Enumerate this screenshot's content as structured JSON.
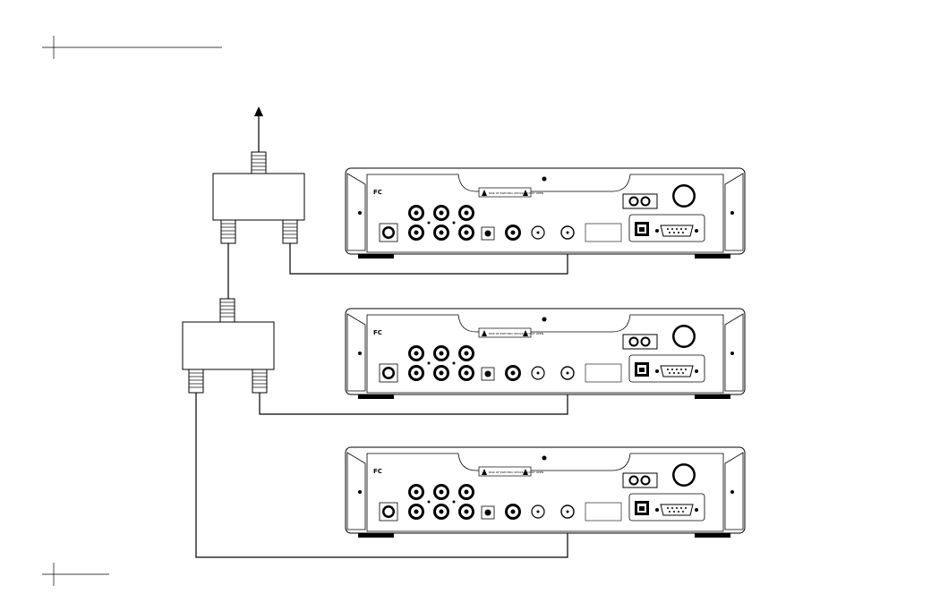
{
  "receivers": [
    {
      "fcc_mark": "FC",
      "warning_label": "RISK OF ELECTRIC SHOCK DO NOT OPEN"
    },
    {
      "fcc_mark": "FC",
      "warning_label": "RISK OF ELECTRIC SHOCK DO NOT OPEN"
    },
    {
      "fcc_mark": "FC",
      "warning_label": "RISK OF ELECTRIC SHOCK DO NOT OPEN"
    }
  ],
  "splitters": [
    {
      "ports_in": 1,
      "ports_out": 2
    },
    {
      "ports_in": 1,
      "ports_out": 2
    }
  ],
  "colors": {
    "line": "#000000",
    "background": "#ffffff"
  }
}
